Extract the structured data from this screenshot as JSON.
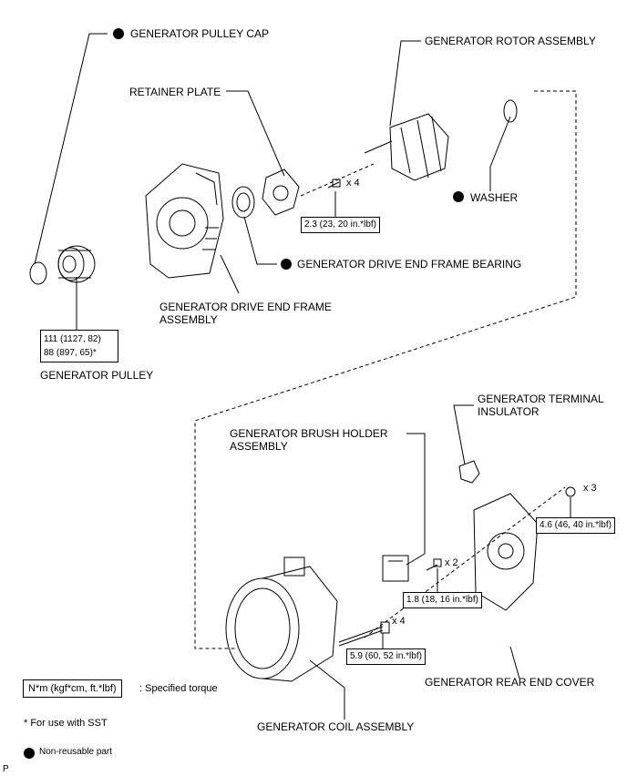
{
  "labels": {
    "pulley_cap": "GENERATOR PULLEY CAP",
    "rotor": "GENERATOR ROTOR ASSEMBLY",
    "retainer": "RETAINER PLATE",
    "washer": "WASHER",
    "bearing": "GENERATOR DRIVE END FRAME BEARING",
    "drive_frame": "GENERATOR DRIVE END FRAME ASSEMBLY",
    "pulley": "GENERATOR PULLEY",
    "terminal_insulator": "GENERATOR TERMINAL INSULATOR",
    "brush_holder": "GENERATOR BRUSH HOLDER ASSEMBLY",
    "rear_cover": "GENERATOR REAR END COVER",
    "coil": "GENERATOR COIL ASSEMBLY"
  },
  "torques": {
    "retainer_bolts": "2.3 (23, 20 in.*lbf)",
    "pulley_line1": "111 (1127, 82)",
    "pulley_line2": "88 (897, 65)*",
    "rear_nuts": "4.6 (46, 40 in.*lbf)",
    "brush_screws": "1.8 (18, 16 in.*lbf)",
    "through_bolts": "5.9 (60, 52 in.*lbf)"
  },
  "quantities": {
    "retainer_bolts": "x 4",
    "rear_nuts": "x 3",
    "brush_screws": "x 2",
    "through_bolts": "x 4"
  },
  "legend": {
    "torque_format": "N*m (kgf*cm, ft.*lbf)",
    "torque_desc": ": Specified torque",
    "sst_note": "* For use with SST",
    "non_reusable": "Non-reusable part"
  },
  "corner_code": "P"
}
